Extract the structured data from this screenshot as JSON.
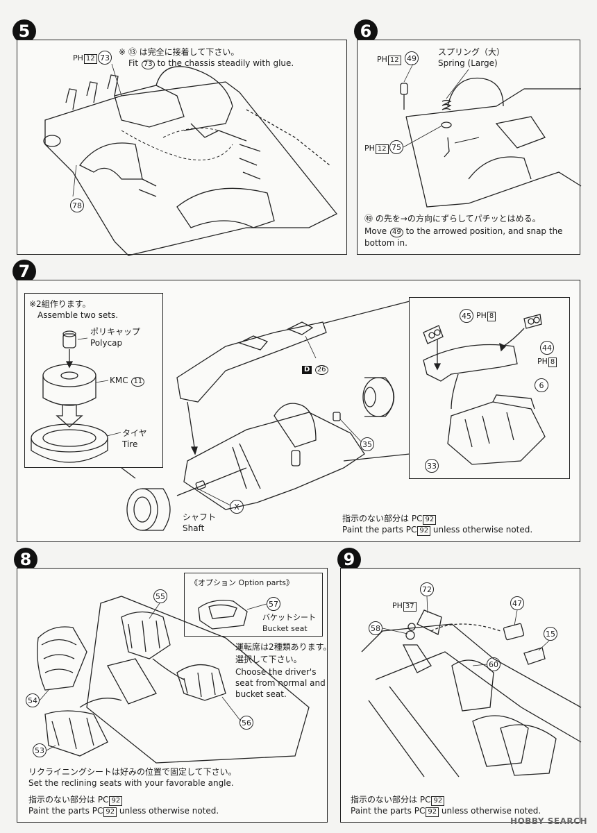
{
  "steps": {
    "s5": {
      "number": "5",
      "note_jp": "※ ⑬ は完全に接着して下さい。",
      "note_en_pre": "Fit",
      "note_en_part": "73",
      "note_en_post": "to the chassis steadily with glue.",
      "ph_label": "PH",
      "ph_num": "12",
      "parts": [
        "73",
        "78"
      ]
    },
    "s6": {
      "number": "6",
      "ph_label": "PH",
      "ph_num": "12",
      "spring_jp": "スプリング（大）",
      "spring_en": "Spring (Large)",
      "parts": [
        "49",
        "75"
      ],
      "note_jp": "㊾ の先を→の方向にずらしてパチッとはめる。",
      "note_en1_pre": "Move",
      "note_en1_part": "49",
      "note_en1_post": "to the arrowed position, and snap the",
      "note_en2": "bottom in."
    },
    "s7": {
      "number": "7",
      "sets_jp": "※2組作ります。",
      "sets_en": "Assemble two sets.",
      "polycap_jp": "ポリキャップ",
      "polycap_en": "Polycap",
      "kmc_label": "KMC",
      "kmc_part": "11",
      "tire_jp": "タイヤ",
      "tire_en": "Tire",
      "shaft_jp": "シャフト",
      "shaft_en": "Shaft",
      "part_x": "X",
      "part_d_badge": "D",
      "part_d_num": "26",
      "part_35": "35",
      "part_45": "45",
      "part_44": "44",
      "part_6": "6",
      "part_33": "33",
      "ph_label": "PH",
      "ph_num": "8",
      "paint_jp": "指示のない部分は",
      "paint_en_pre": "Paint the parts",
      "paint_en_post": "unless otherwise noted.",
      "pc_label": "PC",
      "pc_num": "92"
    },
    "s8": {
      "number": "8",
      "option_title": "《オプション Option parts》",
      "bucket_part": "57",
      "bucket_jp": "バケットシート",
      "bucket_en": "Bucket seat",
      "driver_jp1": "運転席は2種類あります。",
      "driver_jp2": "選択して下さい。",
      "driver_en1": "Choose the driver's",
      "driver_en2": "seat from normal and",
      "driver_en3": "bucket seat.",
      "parts": [
        "55",
        "54",
        "53",
        "56"
      ],
      "recline_jp": "リクライニングシートは好みの位置で固定して下さい。",
      "recline_en": "Set the reclining seats with your favorable angle.",
      "paint_jp": "指示のない部分は",
      "paint_en_pre": "Paint the parts",
      "paint_en_post": "unless otherwise noted.",
      "pc_label": "PC",
      "pc_num": "92"
    },
    "s9": {
      "number": "9",
      "ph_label": "PH",
      "ph_num": "37",
      "parts": [
        "72",
        "58",
        "47",
        "15",
        "60"
      ],
      "paint_jp": "指示のない部分は",
      "paint_en_pre": "Paint the parts",
      "paint_en_post": "unless otherwise noted.",
      "pc_label": "PC",
      "pc_num": "92"
    }
  },
  "watermark": "HOBBY SEARCH"
}
